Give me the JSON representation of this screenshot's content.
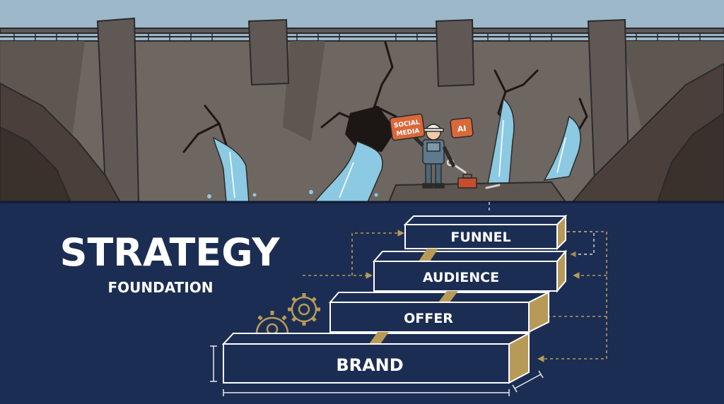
{
  "heading": {
    "title": "STRATEGY",
    "subtitle": "FOUNDATION"
  },
  "badges": {
    "social_media_line1": "SOCIAL",
    "social_media_line2": "MEDIA",
    "ai": "AI"
  },
  "steps": {
    "funnel": "FUNNEL",
    "audience": "AUDIENCE",
    "offer": "OFFER",
    "brand": "BRAND"
  },
  "colors": {
    "sky": "#9cb8c9",
    "dam_wall": "#6e6660",
    "dam_dark": "#3f3835",
    "water": "#8cc9e2",
    "navy": "#1b2d52",
    "step_face": "#1b2d52",
    "step_outline": "#ffffff",
    "gold": "#b89a58",
    "badge_orange": "#d9683a"
  },
  "icons": {
    "gears": "gear-icon",
    "wrench": "wrench-icon",
    "toolbox": "toolbox-icon"
  }
}
